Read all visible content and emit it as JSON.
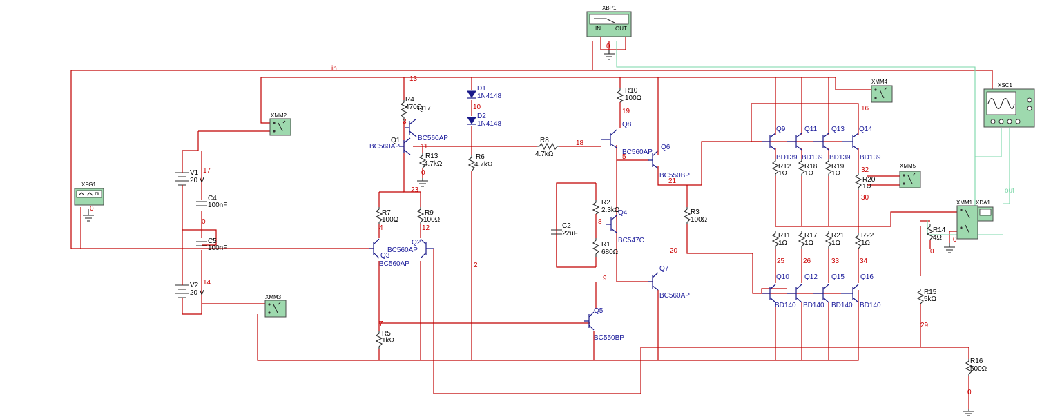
{
  "net_labels": {
    "in": "in",
    "out": "out",
    "n0_top": "0",
    "n0_mid": "0",
    "n0_xfg": "0",
    "n0_r13": "0",
    "n0_r14": "0",
    "n0_r16": "0",
    "n0_xmm4": "0",
    "n2": "2",
    "n3": "3",
    "n4": "4",
    "n5": "5",
    "n7": "7",
    "n8": "8",
    "n9": "9",
    "n10": "10",
    "n11": "11",
    "n12": "12",
    "n13": "13",
    "n14": "14",
    "n16": "16",
    "n17": "17",
    "n18": "18",
    "n19": "19",
    "n20": "20",
    "n21": "21",
    "n23": "23",
    "n25": "25",
    "n26": "26",
    "n29": "29",
    "n30": "30",
    "n32": "32",
    "n33": "33",
    "n34": "34"
  },
  "components": {
    "R1": {
      "ref": "R1",
      "value": "680Ω"
    },
    "R2": {
      "ref": "R2",
      "value": "2.3kΩ"
    },
    "R3": {
      "ref": "R3",
      "value": "100Ω"
    },
    "R4": {
      "ref": "R4",
      "value": "470Ω"
    },
    "R5": {
      "ref": "R5",
      "value": "1kΩ"
    },
    "R6": {
      "ref": "R6",
      "value": "4.7kΩ"
    },
    "R7": {
      "ref": "R7",
      "value": "100Ω"
    },
    "R8": {
      "ref": "R8",
      "value": "4.7kΩ"
    },
    "R9": {
      "ref": "R9",
      "value": "100Ω"
    },
    "R10": {
      "ref": "R10",
      "value": "100Ω"
    },
    "R11": {
      "ref": "R11",
      "value": "1Ω"
    },
    "R12": {
      "ref": "R12",
      "value": "1Ω"
    },
    "R13": {
      "ref": "R13",
      "value": "4.7kΩ"
    },
    "R14": {
      "ref": "R14",
      "value": "4Ω"
    },
    "R15": {
      "ref": "R15",
      "value": "5kΩ"
    },
    "R16": {
      "ref": "R16",
      "value": "500Ω"
    },
    "R17": {
      "ref": "R17",
      "value": "1Ω"
    },
    "R18": {
      "ref": "R18",
      "value": "1Ω"
    },
    "R19": {
      "ref": "R19",
      "value": "1Ω"
    },
    "R20": {
      "ref": "R20",
      "value": "1Ω"
    },
    "R21": {
      "ref": "R21",
      "value": "1Ω"
    },
    "R22": {
      "ref": "R22",
      "value": "1Ω"
    },
    "C2": {
      "ref": "C2",
      "value": "22uF"
    },
    "C4": {
      "ref": "C4",
      "value": "100nF"
    },
    "C5": {
      "ref": "C5",
      "value": "100nF"
    },
    "V1": {
      "ref": "V1",
      "value": "20 V"
    },
    "V2": {
      "ref": "V2",
      "value": "20 V"
    },
    "D1": {
      "ref": "D1",
      "value": "1N4148"
    },
    "D2": {
      "ref": "D2",
      "value": "1N4148"
    },
    "Q1": {
      "ref": "Q1",
      "model": "BC560AP"
    },
    "Q2": {
      "ref": "Q2",
      "model": "BC560AP"
    },
    "Q3": {
      "ref": "Q3",
      "model": "BC560AP"
    },
    "Q4": {
      "ref": "Q4",
      "model": "BC547C"
    },
    "Q5": {
      "ref": "Q5",
      "model": "BC550BP"
    },
    "Q6": {
      "ref": "Q6",
      "model": "BC550BP"
    },
    "Q7": {
      "ref": "Q7",
      "model": "BC560AP"
    },
    "Q8": {
      "ref": "Q8",
      "model": "BC560AP"
    },
    "Q9": {
      "ref": "Q9",
      "model": "BD139"
    },
    "Q10": {
      "ref": "Q10",
      "model": "BD140"
    },
    "Q11": {
      "ref": "Q11",
      "model": "BD139"
    },
    "Q12": {
      "ref": "Q12",
      "model": "BD140"
    },
    "Q13": {
      "ref": "Q13",
      "model": "BD139"
    },
    "Q14": {
      "ref": "Q14",
      "model": "BD139"
    },
    "Q15": {
      "ref": "Q15",
      "model": "BD140"
    },
    "Q16": {
      "ref": "Q16",
      "model": "BD140"
    },
    "Q17": {
      "ref": "Q17"
    }
  },
  "instruments": {
    "XBP1": {
      "ref": "XBP1",
      "in_label": "IN",
      "out_label": "OUT"
    },
    "XSC1": {
      "ref": "XSC1"
    },
    "XFG1": {
      "ref": "XFG1"
    },
    "XMM1": {
      "ref": "XMM1"
    },
    "XMM2": {
      "ref": "XMM2"
    },
    "XMM3": {
      "ref": "XMM3"
    },
    "XMM4": {
      "ref": "XMM4"
    },
    "XMM5": {
      "ref": "XMM5"
    },
    "XDA1": {
      "ref": "XDA1"
    }
  },
  "colors": {
    "wire": "#c00000",
    "probe_wire": "#7ad7a8",
    "instrument": "#9ed9ae",
    "model_text": "#1a1a9a",
    "net_text": "#cc0000"
  }
}
